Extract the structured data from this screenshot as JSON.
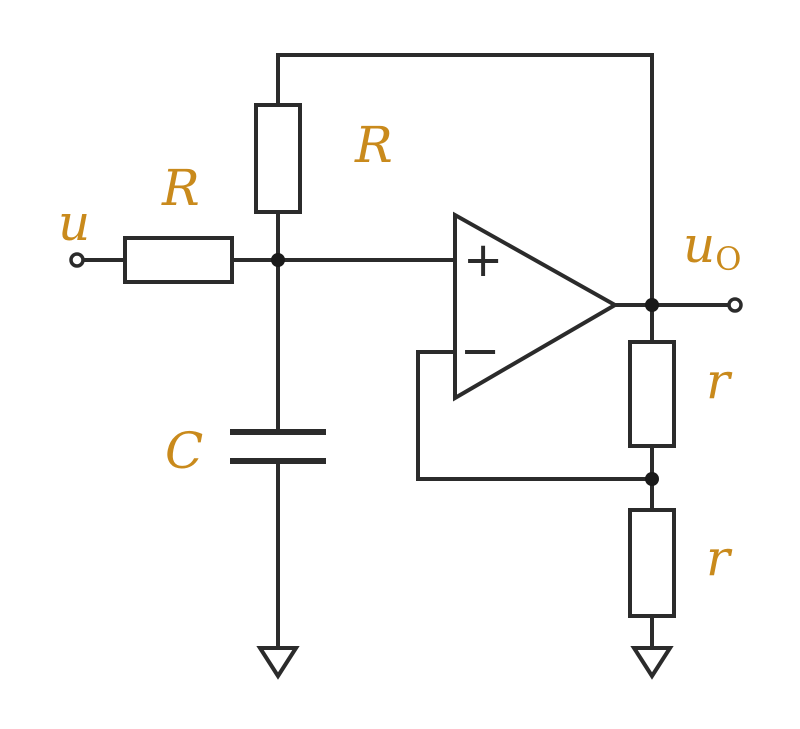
{
  "labels": {
    "input": "u",
    "r_input": "R",
    "r_feedback": "R",
    "capacitor": "C",
    "output_main": "u",
    "output_sub": "O",
    "r_top": "r",
    "r_bottom": "r",
    "plus": "+",
    "minus": "−"
  },
  "colors": {
    "label": "#c98a1c",
    "wire": "#2b2b2b"
  }
}
